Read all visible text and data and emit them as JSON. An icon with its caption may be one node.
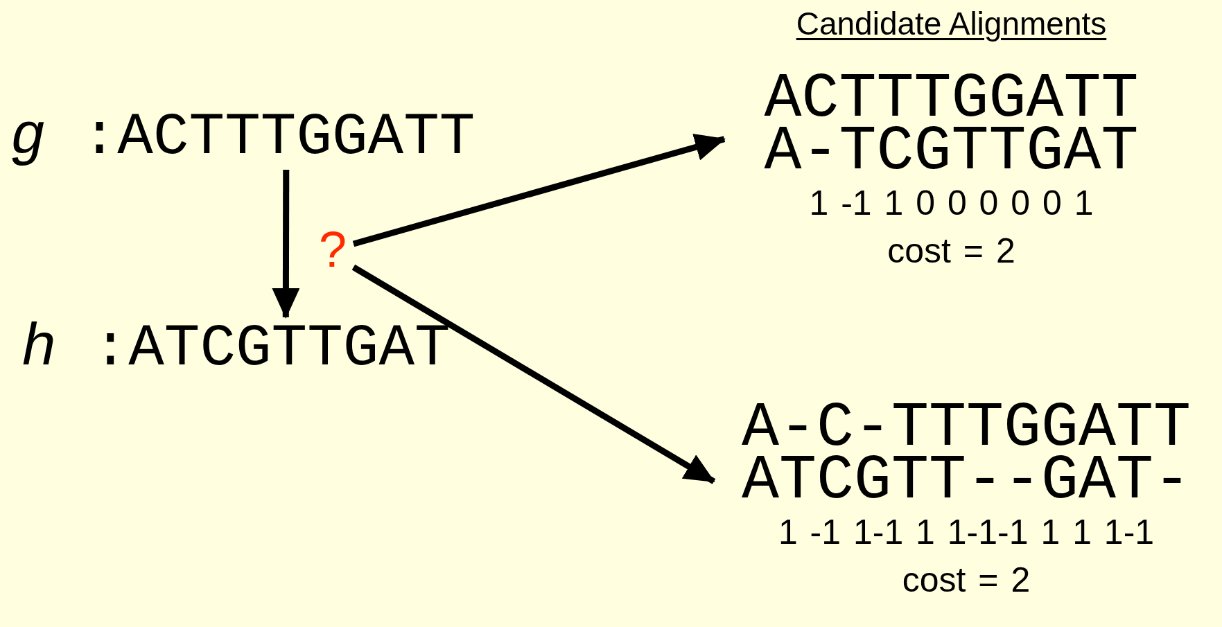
{
  "diagram": {
    "title": "Candidate Alignments",
    "nodes": [
      {
        "text": [
          "*g* :ACTTTGGATT"
        ]
      },
      {
        "text": [
          "*h* :ATCGTTGAT"
        ]
      },
      {
        "text": [
          "?"
        ]
      },
      {
        "text": [
          "ACTTTGGATT",
          "A-TCGTTGAT",
          "1 -1 1 0 0 0 0 0 1",
          "cost = 2"
        ]
      },
      {
        "text": [
          "A-C-TTTGGATT",
          "ATCGTT--GAT-",
          "1 -1 1-1 1 1-1-1 1 1 1-1",
          "cost = 2"
        ]
      }
    ],
    "edges": [
      {
        "from": 0,
        "to": 1,
        "arrow": "to"
      },
      {
        "from": 2,
        "to": 3,
        "arrow": "to"
      },
      {
        "from": 2,
        "to": 4,
        "arrow": "to"
      }
    ]
  }
}
